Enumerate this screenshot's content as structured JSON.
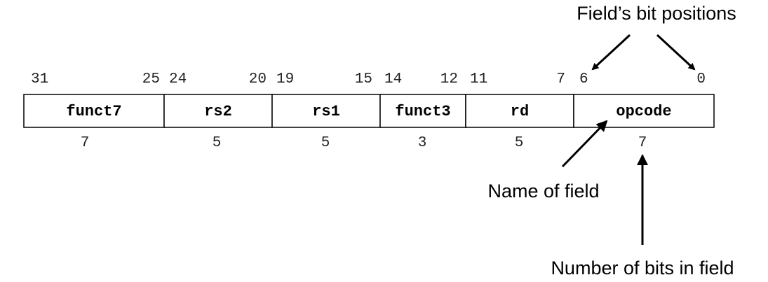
{
  "fields": [
    {
      "name": "funct7",
      "hi": "31",
      "lo": "25",
      "width": "7"
    },
    {
      "name": "rs2",
      "hi": "24",
      "lo": "20",
      "width": "5"
    },
    {
      "name": "rs1",
      "hi": "19",
      "lo": "15",
      "width": "5"
    },
    {
      "name": "funct3",
      "hi": "14",
      "lo": "12",
      "width": "3"
    },
    {
      "name": "rd",
      "hi": "11",
      "lo": "7",
      "width": "5"
    },
    {
      "name": "opcode",
      "hi": "6",
      "lo": "0",
      "width": "7"
    }
  ],
  "annotations": {
    "bit_positions": "Field’s bit positions",
    "field_name": "Name of field",
    "bit_count": "Number of bits in field"
  }
}
